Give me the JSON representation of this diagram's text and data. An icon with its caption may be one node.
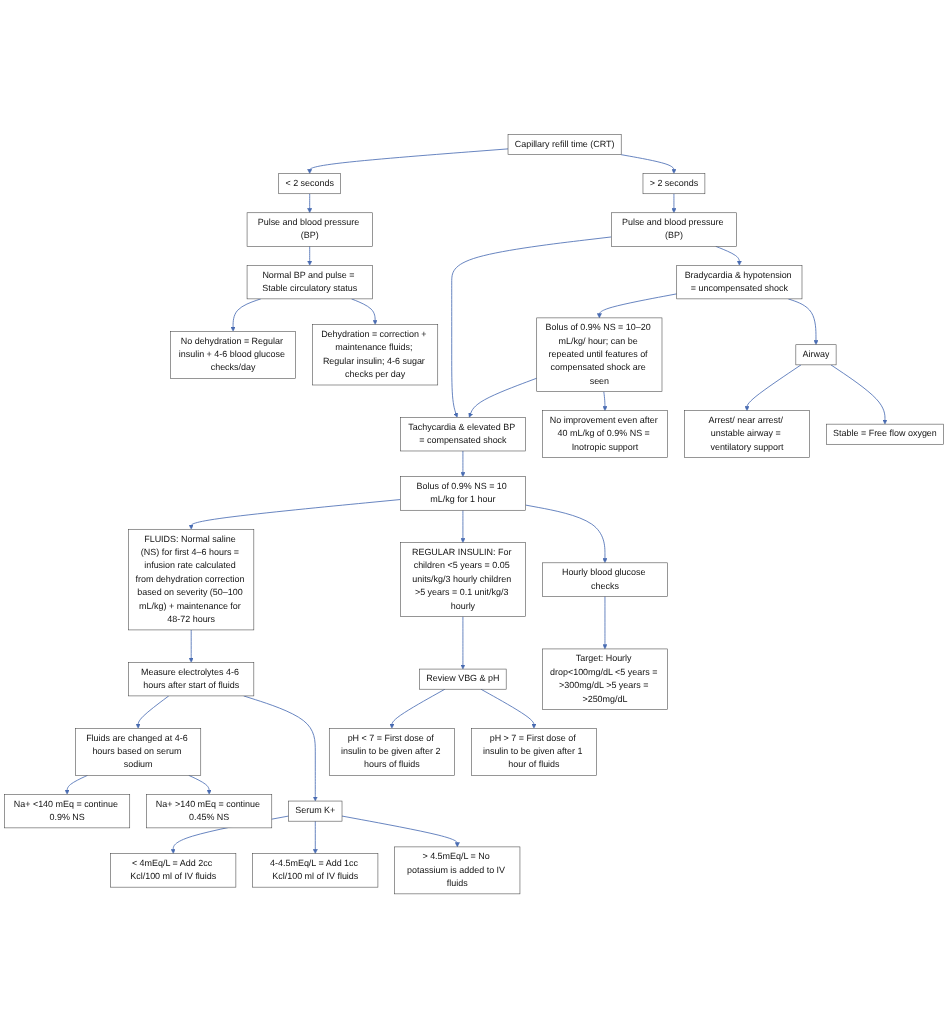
{
  "diagram": {
    "nodes": [
      {
        "text": [
          "Capillary refill time (CRT)"
        ]
      },
      {
        "text": [
          "< 2 seconds"
        ]
      },
      {
        "text": [
          "> 2 seconds"
        ]
      },
      {
        "text": [
          "Pulse and blood pressure (BP)"
        ]
      },
      {
        "text": [
          "Pulse and blood pressure (BP)"
        ]
      },
      {
        "text": [
          "Normal BP and pulse = Stable circulatory status"
        ]
      },
      {
        "text": [
          "Tachycardia & elevated BP = compensated shock"
        ]
      },
      {
        "text": [
          "Bradycardia & hypotension = uncompensated shock"
        ]
      },
      {
        "text": [
          "No dehydration = Regular insulin + 4-6 blood glucose checks/day"
        ]
      },
      {
        "text": [
          "Dehydration = correction + maintenance fluids; Regular insulin; 4-6 sugar checks per day"
        ]
      },
      {
        "text": [
          "Bolus of 0.9% NS = 10 mL/kg for 1 hour"
        ]
      },
      {
        "text": [
          "Bolus of 0.9% NS = 10–20 mL/kg/ hour; can be repeated until features of compensated shock are seen"
        ]
      },
      {
        "text": [
          "Hourly blood glucose checks"
        ]
      },
      {
        "text": [
          "Airway"
        ]
      },
      {
        "text": [
          "FLUIDS: Normal saline (NS) for first 4–6 hours = infusion rate calculated from dehydration correction based on severity (50–100 mL/kg) + maintenance for 48-72 hours"
        ]
      },
      {
        "text": [
          "REGULAR INSULIN: For children <5 years = 0.05 units/kg/3 hourly children >5 years = 0.1 unit/kg/3 hourly"
        ]
      },
      {
        "text": [
          "No improvement even after 40 mL/kg of 0.9% NS = Inotropic support"
        ]
      },
      {
        "text": [
          "Review VBG & pH"
        ]
      },
      {
        "text": [
          "Target: Hourly drop<100mg/dL <5 years = >300mg/dL >5 years = >250mg/dL"
        ]
      },
      {
        "text": [
          "Measure electrolytes 4-6 hours after start of fluids"
        ]
      },
      {
        "text": [
          "Fluids are changed at 4-6 hours based on serum sodium"
        ]
      },
      {
        "text": [
          "pH < 7 = First dose of insulin to be given after 2 hours of fluids"
        ]
      },
      {
        "text": [
          "pH > 7 = First dose of insulin to be given after 1 hour of fluids"
        ]
      },
      {
        "text": [
          "Arrest/ near arrest/ unstable airway = ventilatory support"
        ]
      },
      {
        "text": [
          "Stable = Free flow oxygen"
        ]
      },
      {
        "text": [
          "Na+ <140 mEq = continue 0.9% NS"
        ]
      },
      {
        "text": [
          "Na+ >140 mEq = continue 0.45% NS"
        ]
      },
      {
        "text": [
          "Serum K+"
        ]
      },
      {
        "text": [
          "< 4mEq/L = Add 2cc Kcl/100 ml of IV fluids"
        ]
      },
      {
        "text": [
          "4-4.5mEq/L = Add 1cc Kcl/100 ml of IV fluids"
        ]
      },
      {
        "text": [
          "> 4.5mEq/L = No potassium is added to IV fluids"
        ]
      }
    ],
    "edges": [
      {
        "from": 0,
        "to": 1,
        "arrow": "to"
      },
      {
        "from": 0,
        "to": 2,
        "arrow": "to"
      },
      {
        "from": 1,
        "to": 3,
        "arrow": "to"
      },
      {
        "from": 2,
        "to": 4,
        "arrow": "to"
      },
      {
        "from": 3,
        "to": 5,
        "arrow": "to"
      },
      {
        "from": 4,
        "to": 6,
        "arrow": "to"
      },
      {
        "from": 4,
        "to": 7,
        "arrow": "to"
      },
      {
        "from": 5,
        "to": 8,
        "arrow": "to"
      },
      {
        "from": 5,
        "to": 9,
        "arrow": "to"
      },
      {
        "from": 6,
        "to": 10,
        "arrow": "to"
      },
      {
        "from": 11,
        "to": 6,
        "arrow": "to"
      },
      {
        "from": 7,
        "to": 11,
        "arrow": "to"
      },
      {
        "from": 7,
        "to": 13,
        "arrow": "to"
      },
      {
        "from": 10,
        "to": 14,
        "arrow": "to"
      },
      {
        "from": 10,
        "to": 15,
        "arrow": "to"
      },
      {
        "from": 10,
        "to": 12,
        "arrow": "to"
      },
      {
        "from": 11,
        "to": 16,
        "arrow": "to"
      },
      {
        "from": 12,
        "to": 18,
        "arrow": "to"
      },
      {
        "from": 15,
        "to": 17,
        "arrow": "to"
      },
      {
        "from": 14,
        "to": 19,
        "arrow": "to"
      },
      {
        "from": 17,
        "to": 21,
        "arrow": "to"
      },
      {
        "from": 17,
        "to": 22,
        "arrow": "to"
      },
      {
        "from": 13,
        "to": 23,
        "arrow": "to"
      },
      {
        "from": 13,
        "to": 24,
        "arrow": "to"
      },
      {
        "from": 19,
        "to": 20,
        "arrow": "to"
      },
      {
        "from": 19,
        "to": 27,
        "arrow": "to"
      },
      {
        "from": 20,
        "to": 25,
        "arrow": "to"
      },
      {
        "from": 20,
        "to": 26,
        "arrow": "to"
      },
      {
        "from": 27,
        "to": 28,
        "arrow": "to"
      },
      {
        "from": 27,
        "to": 29,
        "arrow": "to"
      },
      {
        "from": 27,
        "to": 30,
        "arrow": "to"
      }
    ]
  }
}
